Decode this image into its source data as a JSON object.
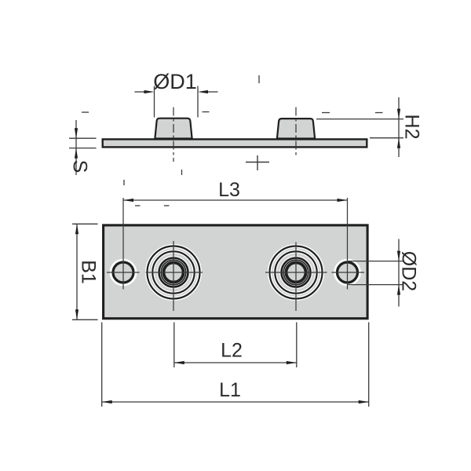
{
  "drawing": {
    "labels": {
      "d1": "ØD1",
      "h2": "H2",
      "s": "S",
      "l3": "L3",
      "b1": "B1",
      "d2": "ØD2",
      "l2": "L2",
      "l1": "L1"
    },
    "colors": {
      "background": "#ffffff",
      "line": "#3a3a3a",
      "line_strong": "#1f1f1f",
      "plate_fill": "#d2d3d3",
      "text": "#2a2a2a"
    }
  }
}
